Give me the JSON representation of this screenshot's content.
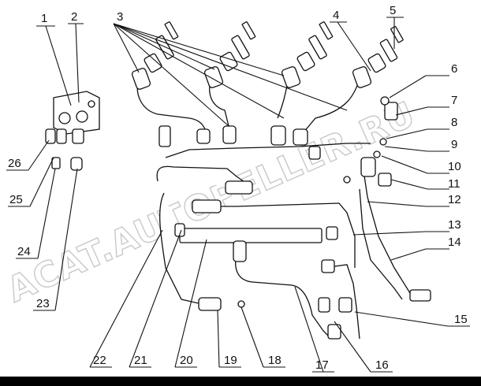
{
  "callouts": [
    "1",
    "2",
    "3",
    "4",
    "5",
    "6",
    "7",
    "8",
    "9",
    "10",
    "11",
    "12",
    "13",
    "14",
    "15",
    "16",
    "17",
    "18",
    "19",
    "20",
    "21",
    "22",
    "23",
    "24",
    "25",
    "26"
  ],
  "watermark": "ACAT.AUTOPELLER.RU",
  "colors": {
    "line": "#111111",
    "watermark": "#c9c9c9",
    "background": "#ffffff",
    "bar": "#000000"
  }
}
